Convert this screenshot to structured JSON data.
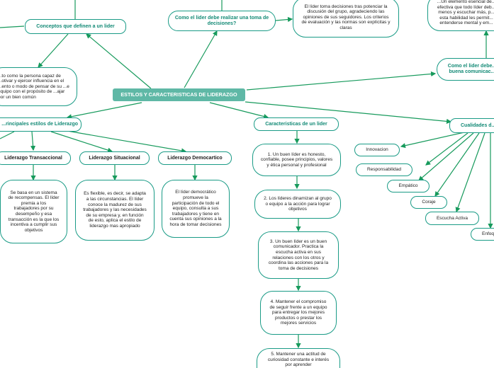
{
  "central": "ESTILOS Y CARACTERISTICAS DE LIDERAZGO",
  "conceptos": {
    "label": "Conceptos que definen a un lider",
    "definicion": "...to como la persona capaz de ...otivar y ejercer influencia en el ...ento o modo de pensar de su ...e equipo con el propósito de ...ajar por un bien común"
  },
  "decisiones": {
    "label": "Como el lider debe realizar una toma de decisiones?",
    "detalle": "El líder toma decisiones tras potenciar la discusión del grupo, agradeciendo las opiniones de sus seguidores. Los criterios de evaluación y las normas son explícitas y claras"
  },
  "comunicacion": {
    "label": "Como el lider debe... buena comunicac...",
    "detalle": "...Un elemento esencial de... efectiva que todo líder deb... menos y escuchar más, p... esta habilidad les permit... entenderse mental y em..."
  },
  "estilos": {
    "label": "...rincipales estilos de Liderazgo",
    "items": [
      {
        "title": "Liderazgo Transaccional",
        "text": "Se basa en un sistema de recompensas. El líder premia a los trabajadores por su desempeño y esa transacción es la que los incentiva a cumplir sus objetivos"
      },
      {
        "title": "Liderazgo Situacional",
        "text": "Es flexible, es decir, se adapta a las circunstancias. El líder conoce la madurez de sus trabajadores y las necesidades de su empresa y, en función de esto, aplica el estilo de liderazgo mas apropiado"
      },
      {
        "title": "Liderazgo Democartico",
        "text": "El líder democrático promueve la participación de todo el equipo, consulta a sus trabajadores y tiene en cuenta sus opiniones a la hora de tomar decisiones"
      }
    ]
  },
  "caracteristicas": {
    "label": "Caracteristicas de un lider",
    "items": [
      "1. Un buen líder es honesto, confiable, posee principios, valores y ética personal y profesional",
      "2. Los líderes dinamizan al grupo o equipo a la acción para lograr objetivos",
      "3. Un buen líder es un buen comunicador. Practica la escucha activa en sus relaciones con los otros y coordina las acciones para la toma de decisiones",
      "4. Mantener el compromiso de seguir frente a un equipo para entregar los mejores productos o prestar los mejores servicios",
      "5. Mantener una actitud de curiosidad constante e interés por aprender"
    ]
  },
  "cualidades": {
    "label": "Cualidades d...",
    "items": [
      "Innovacion",
      "Responsabilidad",
      "Empático",
      "Coraje",
      "Escucha Activa",
      "Enfoq..."
    ]
  },
  "colors": {
    "accent": "#1a9b86",
    "central_fill": "#5fb8a6",
    "link": "#179a5c"
  }
}
